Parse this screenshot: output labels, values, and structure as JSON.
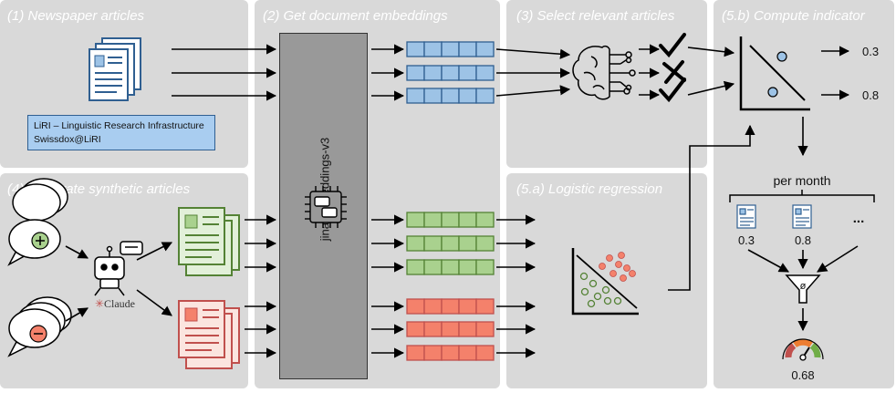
{
  "panels": {
    "p1_title": "(1) Newspaper articles",
    "p2_title": "(2) Get document embeddings",
    "p3_title": "(3) Select relevant articles",
    "p4_title": "(4) Generate synthetic articles",
    "p5a_title": "(5.a) Logistic regression",
    "p5b_title": "(5.b) Compute indicator"
  },
  "source": {
    "line1": "LiRI – Linguistic Research Infrastructure",
    "line2": "Swissdox@LiRI"
  },
  "model": {
    "name": "jina-embeddings-v3"
  },
  "generator": {
    "name": "Claude"
  },
  "indicator": {
    "out_top": "0.3",
    "out_bottom": "0.8",
    "group_label": "per month",
    "month_values": [
      "0.3",
      "0.8"
    ],
    "ellipsis": "...",
    "aggregate_symbol": "ø",
    "result": "0.68"
  },
  "colors": {
    "blue": "#9dc3e6",
    "blue_border": "#2f5f91",
    "green": "#a9d18e",
    "green_border": "#548235",
    "red": "#f4816b",
    "red_border": "#c0504d",
    "panel": "#d9d9d9"
  },
  "icons": [
    "document-icon",
    "chip-chat-icon",
    "brain-icon",
    "check-icon",
    "cross-icon",
    "chat-bubble-plus-icon",
    "chat-bubble-minus-icon",
    "robot-icon",
    "scatter-plot-icon",
    "funnel-icon",
    "gauge-icon"
  ]
}
